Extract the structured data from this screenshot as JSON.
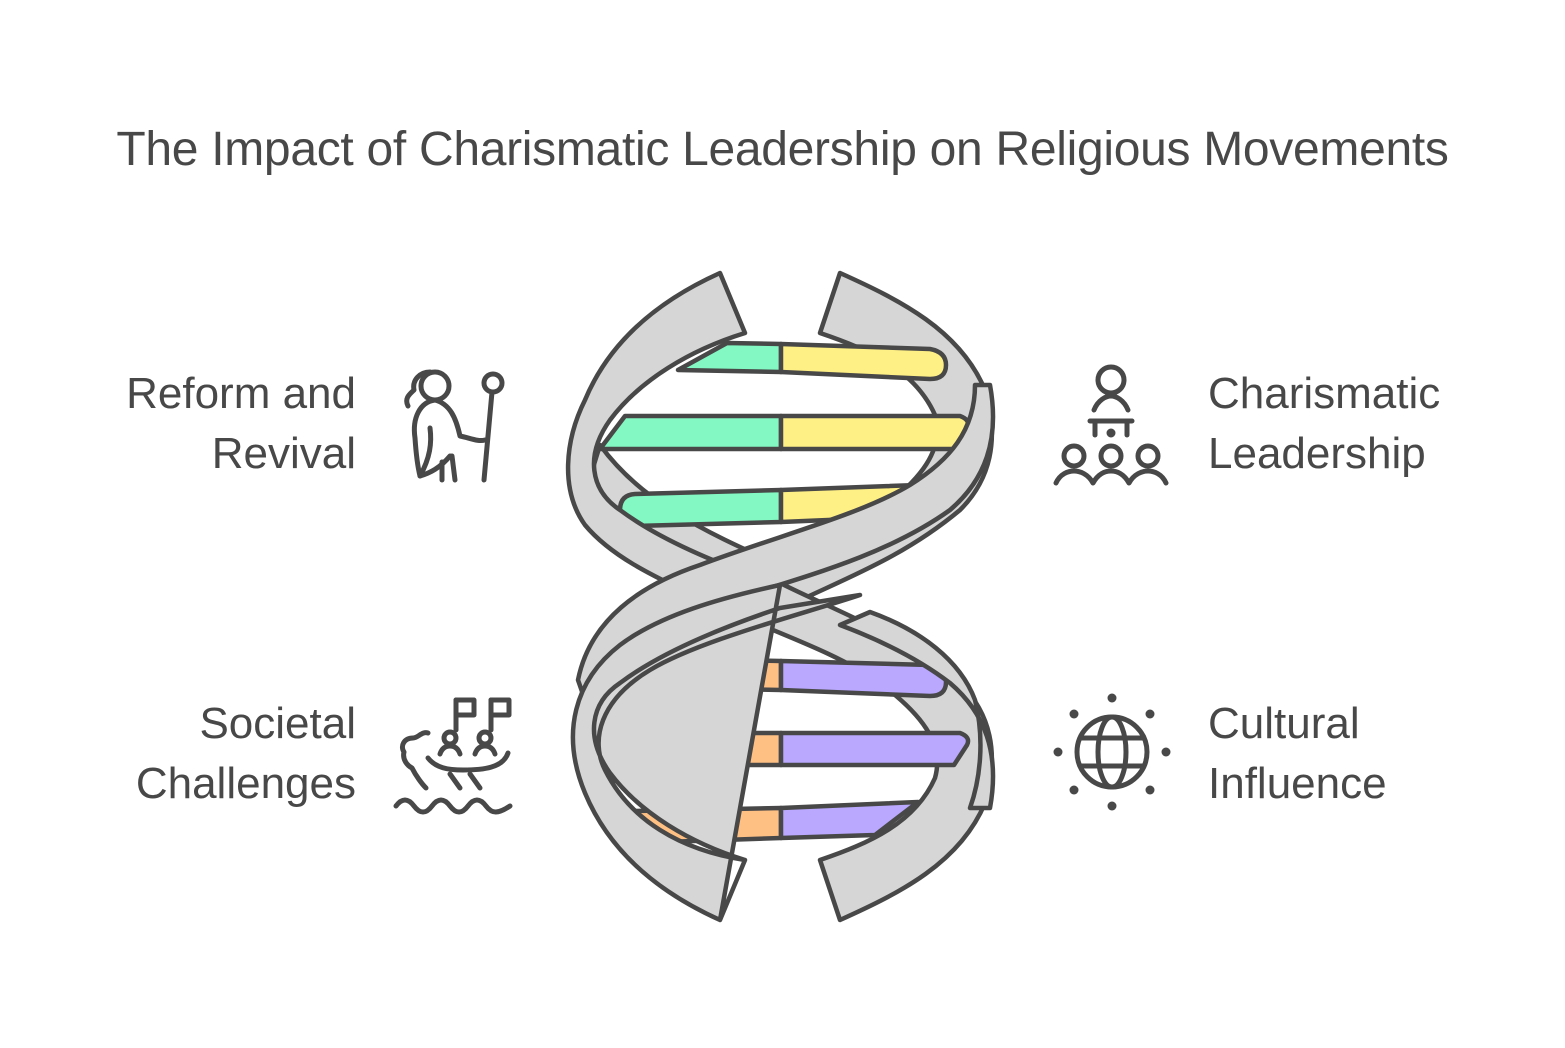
{
  "title": "The Impact of Charismatic Leadership on Religious Movements",
  "colors": {
    "stroke": "#484848",
    "strand": "#d6d6d6",
    "green": "#83f8c3",
    "yellow": "#fff085",
    "orange": "#ffc084",
    "purple": "#b9a8fd"
  },
  "items": [
    {
      "id": "reform",
      "label_line1": "Reform and",
      "label_line2": "Revival",
      "icon": "figure-with-staff-icon",
      "side": "left",
      "row": "top"
    },
    {
      "id": "charismatic",
      "label_line1": "Charismatic",
      "label_line2": "Leadership",
      "icon": "speaker-audience-icon",
      "side": "right",
      "row": "top"
    },
    {
      "id": "societal",
      "label_line1": "Societal",
      "label_line2": "Challenges",
      "icon": "boat-with-people-icon",
      "side": "left",
      "row": "bottom"
    },
    {
      "id": "cultural",
      "label_line1": "Cultural",
      "label_line2": "Influence",
      "icon": "globe-icon",
      "side": "right",
      "row": "bottom"
    }
  ]
}
